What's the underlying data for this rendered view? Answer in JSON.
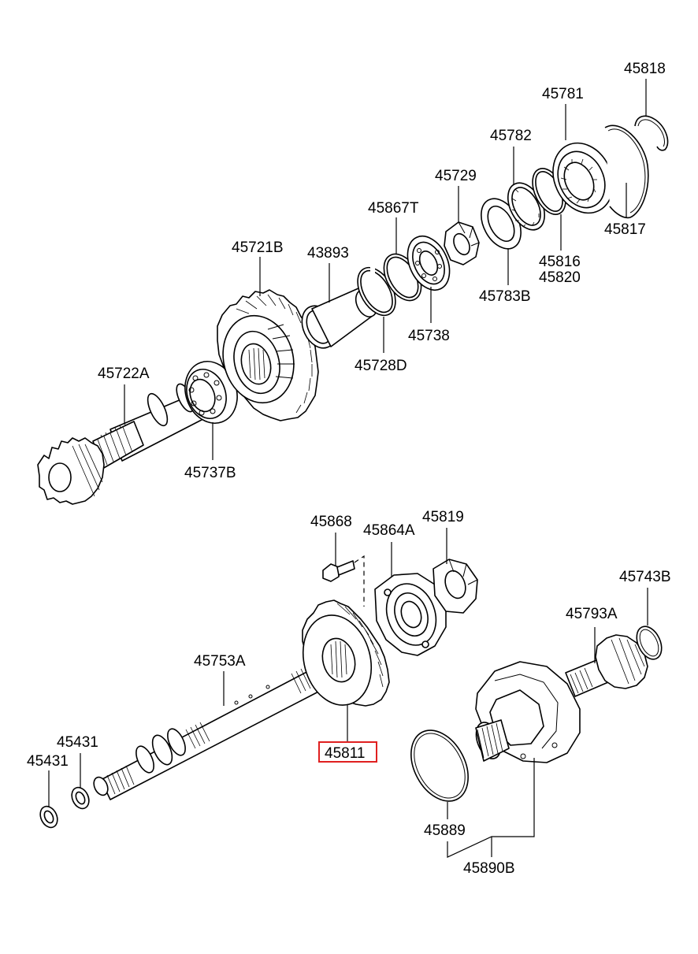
{
  "diagram": {
    "labels": {
      "p45818": "45818",
      "p45781": "45781",
      "p45782": "45782",
      "p45729": "45729",
      "p45867T": "45867T",
      "p45721B": "45721B",
      "p43893": "43893",
      "p45817": "45817",
      "p45816": "45816",
      "p45820": "45820",
      "p45783B": "45783B",
      "p45738": "45738",
      "p45728D": "45728D",
      "p45722A": "45722A",
      "p45737B": "45737B",
      "p45868": "45868",
      "p45864A": "45864A",
      "p45819": "45819",
      "p45743B": "45743B",
      "p45793A": "45793A",
      "p45753A": "45753A",
      "p45431a": "45431",
      "p45431b": "45431",
      "p45811": "45811",
      "p45889": "45889",
      "p45890B": "45890B"
    },
    "highlighted_part": "45811",
    "highlight_color": "#e02020"
  }
}
